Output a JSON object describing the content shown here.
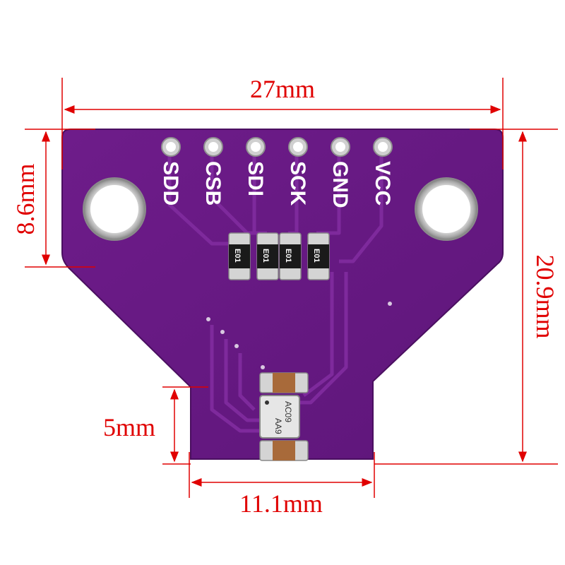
{
  "dimensions": {
    "width": "27mm",
    "height_total": "20.9mm",
    "height_top": "8.6mm",
    "neck_height": "5mm",
    "neck_width": "11.1mm"
  },
  "pins": [
    "SDD",
    "CSB",
    "SDI",
    "SCK",
    "GND",
    "VCC"
  ],
  "resistor_marking": "E01",
  "sensor_marking": "AC09",
  "sensor_marking_2": "AA9",
  "colors": {
    "pcb": "#6a1a86",
    "pcb_trace": "#7d2a9a",
    "silkscreen": "#ffffff",
    "dimension_lines": "#e00000",
    "pad": "#c8c8c8"
  }
}
